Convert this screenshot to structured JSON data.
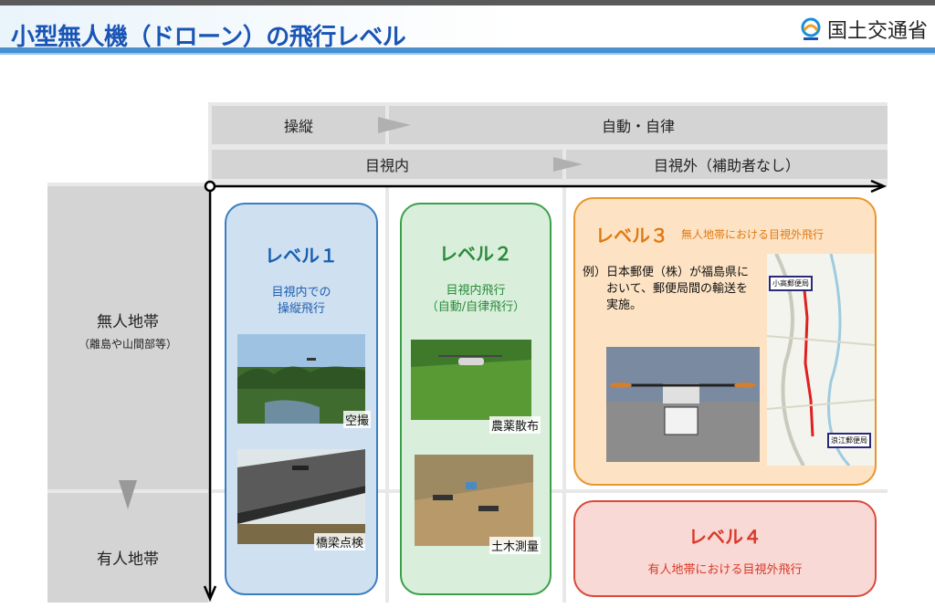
{
  "header": {
    "title": "小型無人機（ドローン）の飛行レベル",
    "ministry": "国土交通省"
  },
  "axes": {
    "control_mode": {
      "manual": "操縦",
      "auto": "自動・自律"
    },
    "visibility": {
      "within": "目視内",
      "beyond": "目視外（補助者なし）"
    },
    "zones": {
      "unpopulated": "無人地帯",
      "unpopulated_note": "（離島や山間部等）",
      "populated": "有人地帯"
    }
  },
  "levels": {
    "level1": {
      "title": "レベル１",
      "desc_line1": "目視内での",
      "desc_line2": "操縦飛行",
      "photo1_caption": "空撮",
      "photo2_caption": "橋梁点検",
      "color": "#3a7ec2"
    },
    "level2": {
      "title": "レベル２",
      "desc_line1": "目視内飛行",
      "desc_line2": "（自動/自律飛行）",
      "photo1_caption": "農薬散布",
      "photo2_caption": "土木測量",
      "color": "#3aa04a"
    },
    "level3": {
      "title": "レベル３",
      "subtitle": "無人地帯における目視外飛行",
      "example_line1": "例）日本郵便（株）が福島県に",
      "example_line2": "おいて、郵便局間の輸送を",
      "example_line3": "実施。",
      "map_label_top": "小高郵便局",
      "map_label_bottom": "浪江郵便局",
      "color": "#e8952c"
    },
    "level4": {
      "title": "レベル４",
      "subtitle": "有人地帯における目視外飛行",
      "color": "#d94a3a"
    }
  }
}
